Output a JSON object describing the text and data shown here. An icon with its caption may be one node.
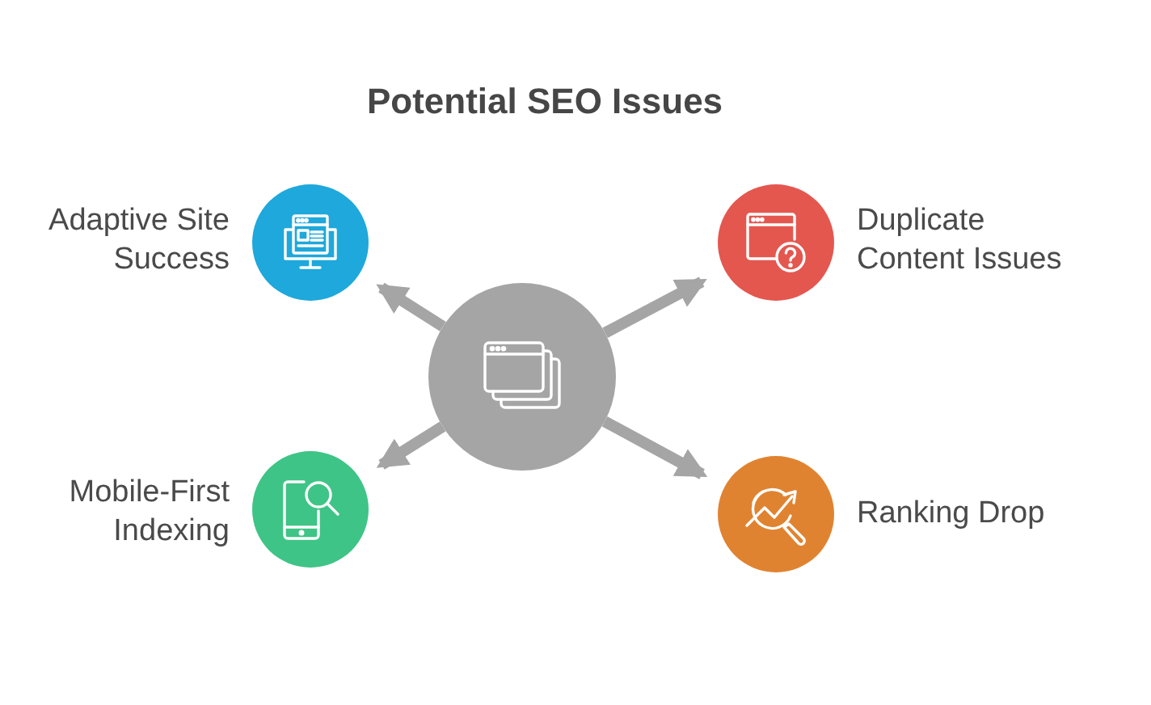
{
  "diagram": {
    "title": "Potential SEO Issues",
    "nodes": [
      {
        "text": [],
        "shape": "circle",
        "beside": [
          "Adaptive Site Success"
        ]
      },
      {
        "text": [],
        "shape": "circle",
        "beside": [
          "Duplicate Content Issues"
        ]
      },
      {
        "text": [],
        "shape": "circle"
      },
      {
        "text": [],
        "shape": "circle",
        "beside": [
          "Mobile-First Indexing"
        ]
      },
      {
        "text": [],
        "shape": "circle",
        "beside": [
          "Ranking Drop"
        ]
      }
    ],
    "edges": [
      {
        "from": 2,
        "to": 0,
        "arrow": "to"
      },
      {
        "from": 2,
        "to": 1,
        "arrow": "to"
      },
      {
        "from": 2,
        "to": 3,
        "arrow": "to"
      },
      {
        "from": 2,
        "to": 4,
        "arrow": "to"
      }
    ]
  }
}
